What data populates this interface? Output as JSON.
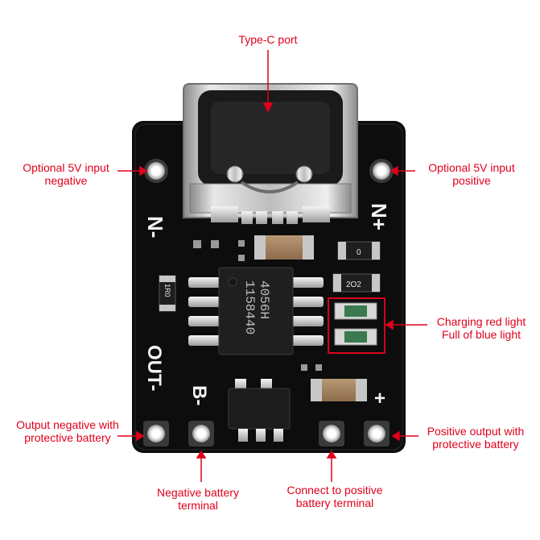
{
  "labels": {
    "type_c_port": "Type-C port",
    "input_negative": [
      "Optional 5V input",
      "negative"
    ],
    "input_positive": [
      "Optional 5V input",
      "positive"
    ],
    "charging_light": [
      "Charging red light",
      "Full of blue light"
    ],
    "output_negative": [
      "Output negative with",
      "protective battery"
    ],
    "output_positive": [
      "Positive output with",
      "protective battery"
    ],
    "battery_negative": [
      "Negative battery",
      "terminal"
    ],
    "battery_positive": [
      "Connect to positive",
      "battery terminal"
    ]
  },
  "silkscreen": {
    "n_minus": "N-",
    "n_plus": "N+",
    "out_minus": "OUT-",
    "b_minus": "B-",
    "plus": "+"
  },
  "chip": {
    "line1": "4056H",
    "line2": "1158440"
  },
  "components": {
    "resistor_top": "0",
    "resistor_mid": "2O2",
    "resistor_left": "1R0"
  },
  "colors": {
    "annotation": "#e0001b",
    "board": "#0d0d0d",
    "silkscreen": "#f2f2f2"
  }
}
